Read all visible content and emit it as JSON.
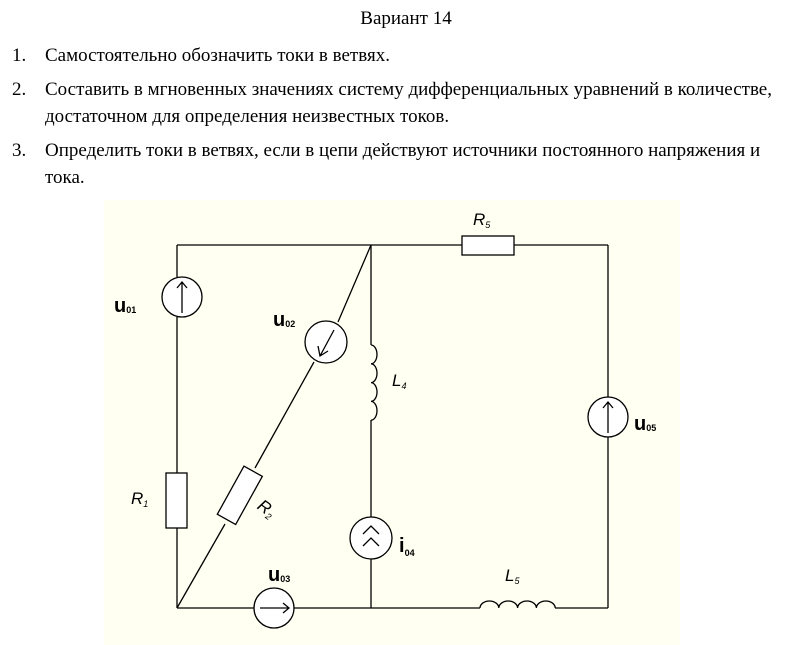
{
  "title": "Вариант 14",
  "tasks": [
    {
      "num": "1.",
      "text": "Самостоятельно обозначить токи в ветвях."
    },
    {
      "num": "2.",
      "text": "Составить в мгновенных значениях систему дифференциальных уравнений в количестве, достаточном для определения неизвестных токов."
    },
    {
      "num": "3.",
      "text": "Определить токи в ветвях, если в цепи действуют источники постоянного напряжения и тока."
    }
  ],
  "circuit": {
    "R1": {
      "main": "R",
      "sub": "1"
    },
    "R2": {
      "main": "R",
      "sub": "2"
    },
    "R5": {
      "main": "R",
      "sub": "5"
    },
    "L4": {
      "main": "L",
      "sub": "4"
    },
    "L5": {
      "main": "L",
      "sub": "5"
    },
    "U01": {
      "main": "u",
      "sub": "01"
    },
    "U02": {
      "main": "u",
      "sub": "02"
    },
    "U03": {
      "main": "u",
      "sub": "03"
    },
    "I04": {
      "main": "i",
      "sub": "04"
    },
    "U05": {
      "main": "u",
      "sub": "05"
    },
    "background": "#fffff2"
  }
}
